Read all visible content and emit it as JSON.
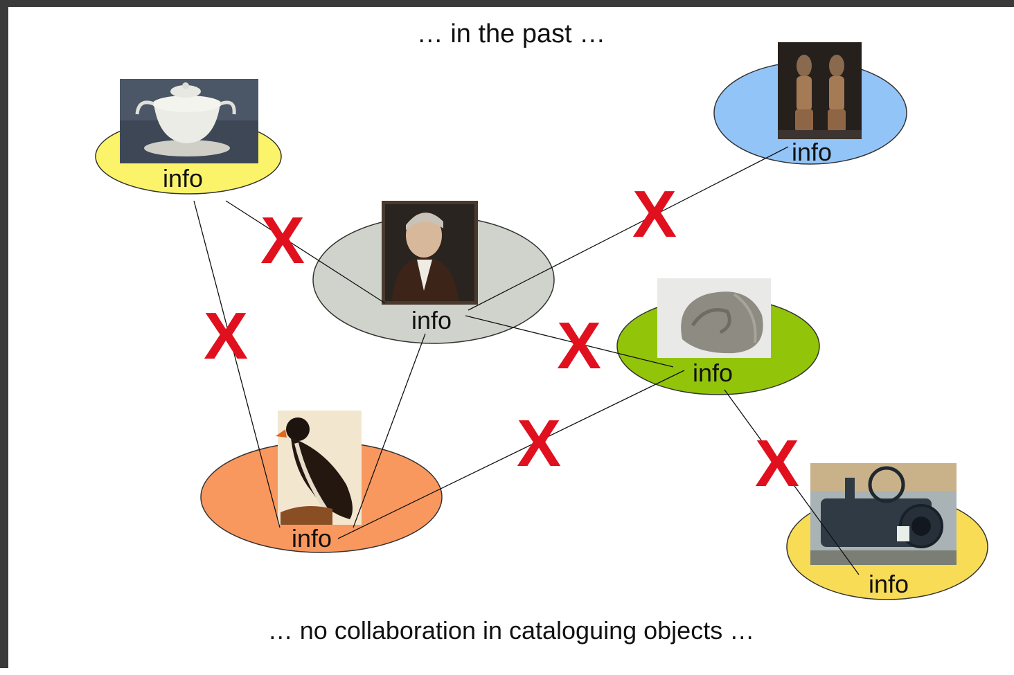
{
  "slide": {
    "title": "… in the past …",
    "footer": "… no collaboration in cataloguing objects …"
  },
  "nodes": [
    {
      "id": "tureen",
      "label": "info",
      "color": "#fbf46a",
      "image": "soup-tureen-photo"
    },
    {
      "id": "statues",
      "label": "info",
      "color": "#93c4f7",
      "image": "wooden-figures-photo"
    },
    {
      "id": "portrait",
      "label": "info",
      "color": "#cfd3cb",
      "image": "portrait-painting-photo"
    },
    {
      "id": "shell",
      "label": "info",
      "color": "#92c40a",
      "image": "fossil-shell-photo"
    },
    {
      "id": "puffin",
      "label": "info",
      "color": "#f9985e",
      "image": "stuffed-bird-photo"
    },
    {
      "id": "engine",
      "label": "info",
      "color": "#f9dc56",
      "image": "steam-engine-photo"
    }
  ],
  "cross_marks": [
    "X",
    "X",
    "X",
    "X",
    "X",
    "X"
  ],
  "colors": {
    "cross": "#e0101e",
    "line": "#111111",
    "frame": "#3a3a3a"
  }
}
